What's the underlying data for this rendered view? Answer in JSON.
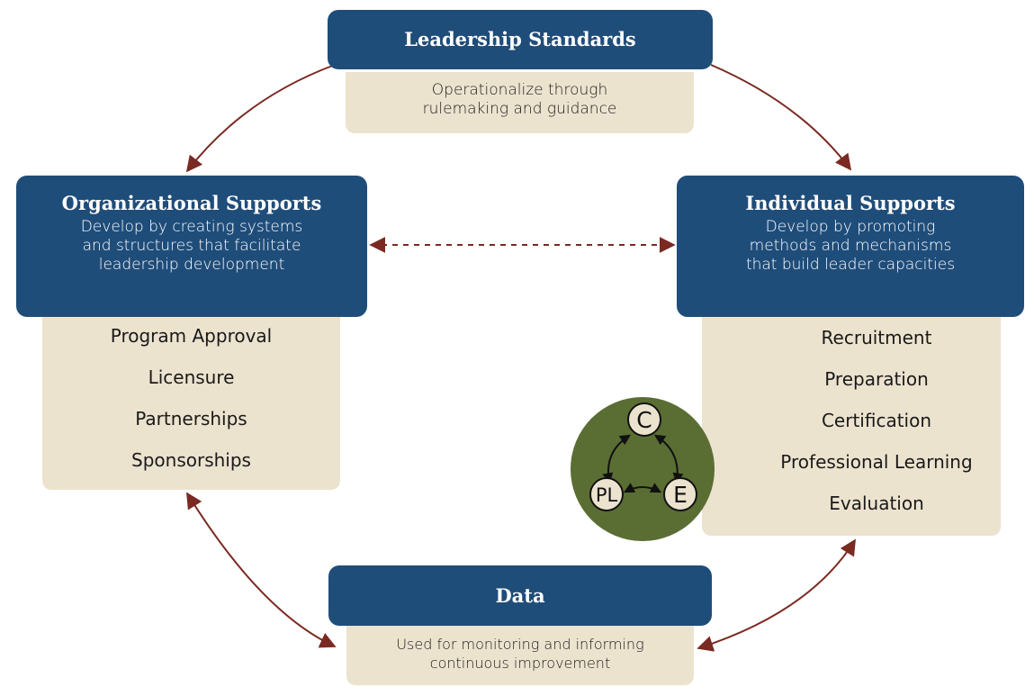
{
  "leadership": {
    "title": "Leadership Standards",
    "desc_line1": "Operationalize through",
    "desc_line2": "rulemaking and guidance"
  },
  "organizational": {
    "title": "Organizational Supports",
    "desc_line1": "Develop by creating systems",
    "desc_line2": "and structures that facilitate",
    "desc_line3": "leadership development",
    "items": [
      "Program Approval",
      "Licensure",
      "Partnerships",
      "Sponsorships"
    ]
  },
  "individual": {
    "title": "Individual Supports",
    "desc_line1": "Develop by promoting",
    "desc_line2": "methods and mechanisms",
    "desc_line3": "that build leader capacities",
    "items": [
      "Recruitment",
      "Preparation",
      "Certification",
      "Professional Learning",
      "Evaluation"
    ]
  },
  "data": {
    "title": "Data",
    "desc_line1": "Used for monitoring and informing",
    "desc_line2": "continuous improvement"
  },
  "cycle": {
    "c": "C",
    "pl": "PL",
    "e": "E"
  },
  "colors": {
    "navy": "#1f4d7a",
    "tan": "#ece3cf",
    "arrow": "#7a2a22",
    "green": "#5a6e33"
  }
}
